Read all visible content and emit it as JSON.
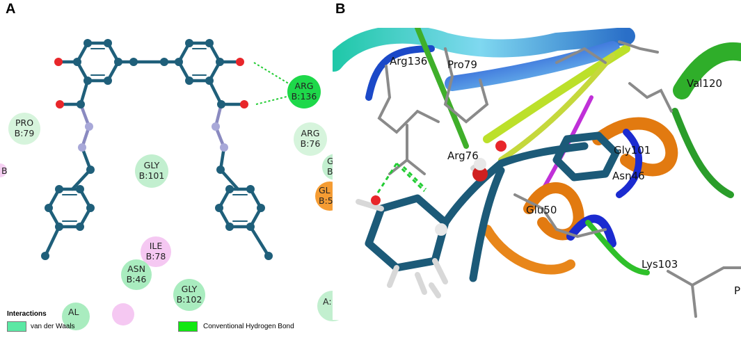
{
  "panels": {
    "a_label": "A",
    "b_label": "B"
  },
  "panel_a": {
    "residues": [
      {
        "name": "ARG",
        "id": "B:136",
        "kind": "hbond"
      },
      {
        "name": "PRO",
        "id": "B:79",
        "kind": "vdw"
      },
      {
        "name": "ARG",
        "id": "B:76",
        "kind": "vdw"
      },
      {
        "name": "GLY",
        "id": "B:101",
        "kind": "vdw"
      },
      {
        "name": "GLY",
        "id": "B:102",
        "kind": "vdw"
      },
      {
        "name": "ASN",
        "id": "B:46",
        "kind": "vdw"
      },
      {
        "name": "ILE",
        "id": "B:78",
        "kind": "alkyl"
      }
    ],
    "partial_texts": [
      "G",
      "B",
      "GL",
      "B:5",
      "B",
      "AL",
      "A:"
    ],
    "colors": {
      "bond": "#1f5f7a",
      "oxygen": "#e8262a",
      "nitrogen": "#a8a8d8",
      "vdw": "#c9f2d4",
      "hbond": "#1fd74a",
      "alkyl": "#f3c8f0",
      "pi": "#f5a13a",
      "hbond_line": "#22cc33"
    }
  },
  "legend": {
    "title": "Interactions",
    "items": [
      {
        "label": "van der Waals",
        "color": "#5be8a4"
      },
      {
        "label": "Conventional Hydrogen Bond",
        "color": "#11e811"
      }
    ]
  },
  "panel_b": {
    "labels": [
      "Arg136",
      "Pro79",
      "Arg76",
      "Gly101",
      "Asn46",
      "Glu50",
      "Lys103",
      "Val120",
      "P"
    ]
  }
}
